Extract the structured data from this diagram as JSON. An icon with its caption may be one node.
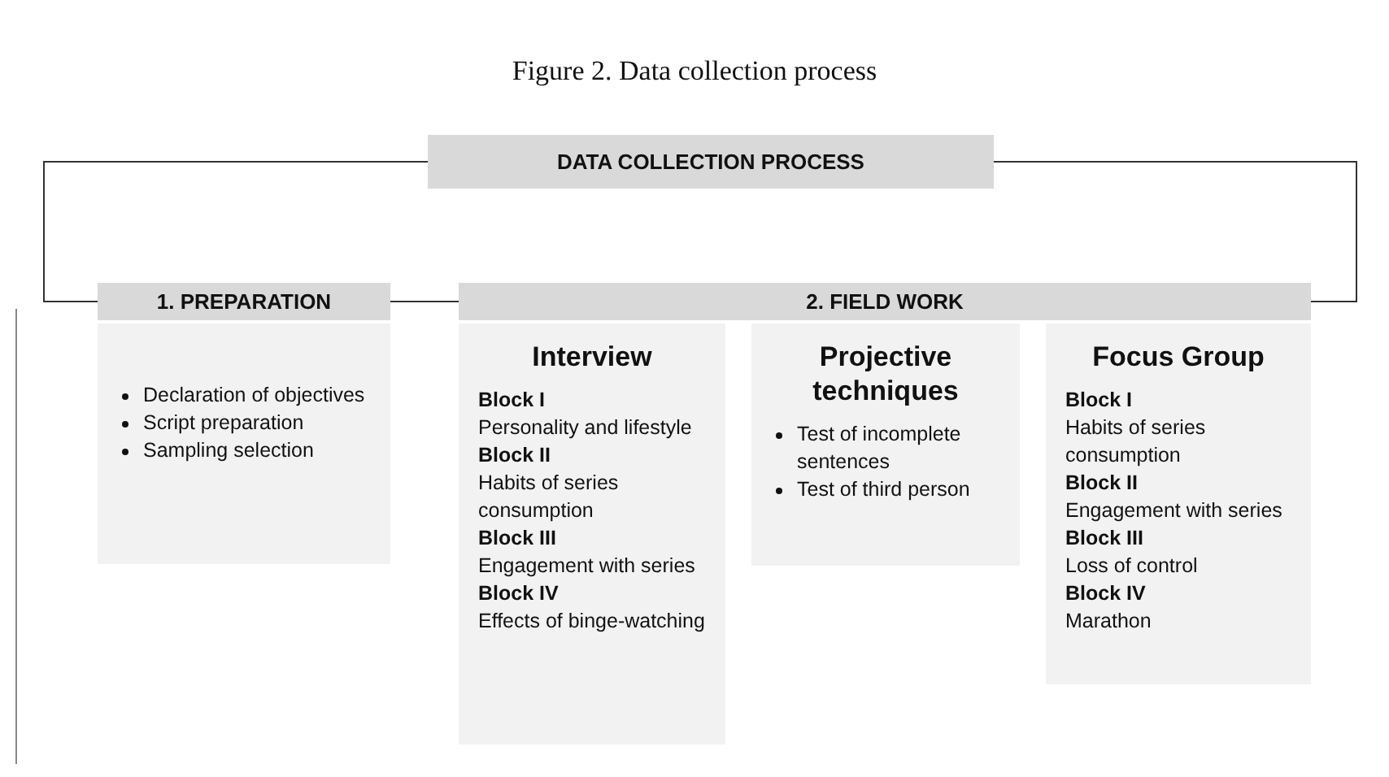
{
  "diagram": {
    "title": "Figure 2. Data collection process",
    "nodes": [
      {
        "text": [
          "DATA COLLECTION PROCESS"
        ]
      },
      {
        "text": [
          "1. PREPARATION"
        ]
      },
      {
        "text": [
          "Declaration of objectives",
          "Script preparation",
          "Sampling selection"
        ]
      },
      {
        "text": [
          "2. FIELD WORK"
        ]
      },
      {
        "text": [
          "Interview",
          "Block I",
          "Personality and lifestyle",
          "Block II",
          "Habits of series consumption",
          "Block III",
          "Engagement with series",
          "Block IV",
          "Effects of binge-watching"
        ]
      },
      {
        "text": [
          "Projective techniques",
          "Test of incomplete sentences",
          "Test of third person"
        ]
      },
      {
        "text": [
          "Focus Group",
          "Block I",
          "Habits of series consumption",
          "Block II",
          "Engagement with series",
          "Block III",
          "Loss of control",
          "Block IV",
          "Marathon"
        ]
      }
    ],
    "edges": [
      {
        "from": 0,
        "to": 1,
        "arrow": "none"
      },
      {
        "from": 1,
        "to": 3,
        "arrow": "none"
      },
      {
        "from": 0,
        "to": 3,
        "arrow": "none"
      }
    ]
  }
}
